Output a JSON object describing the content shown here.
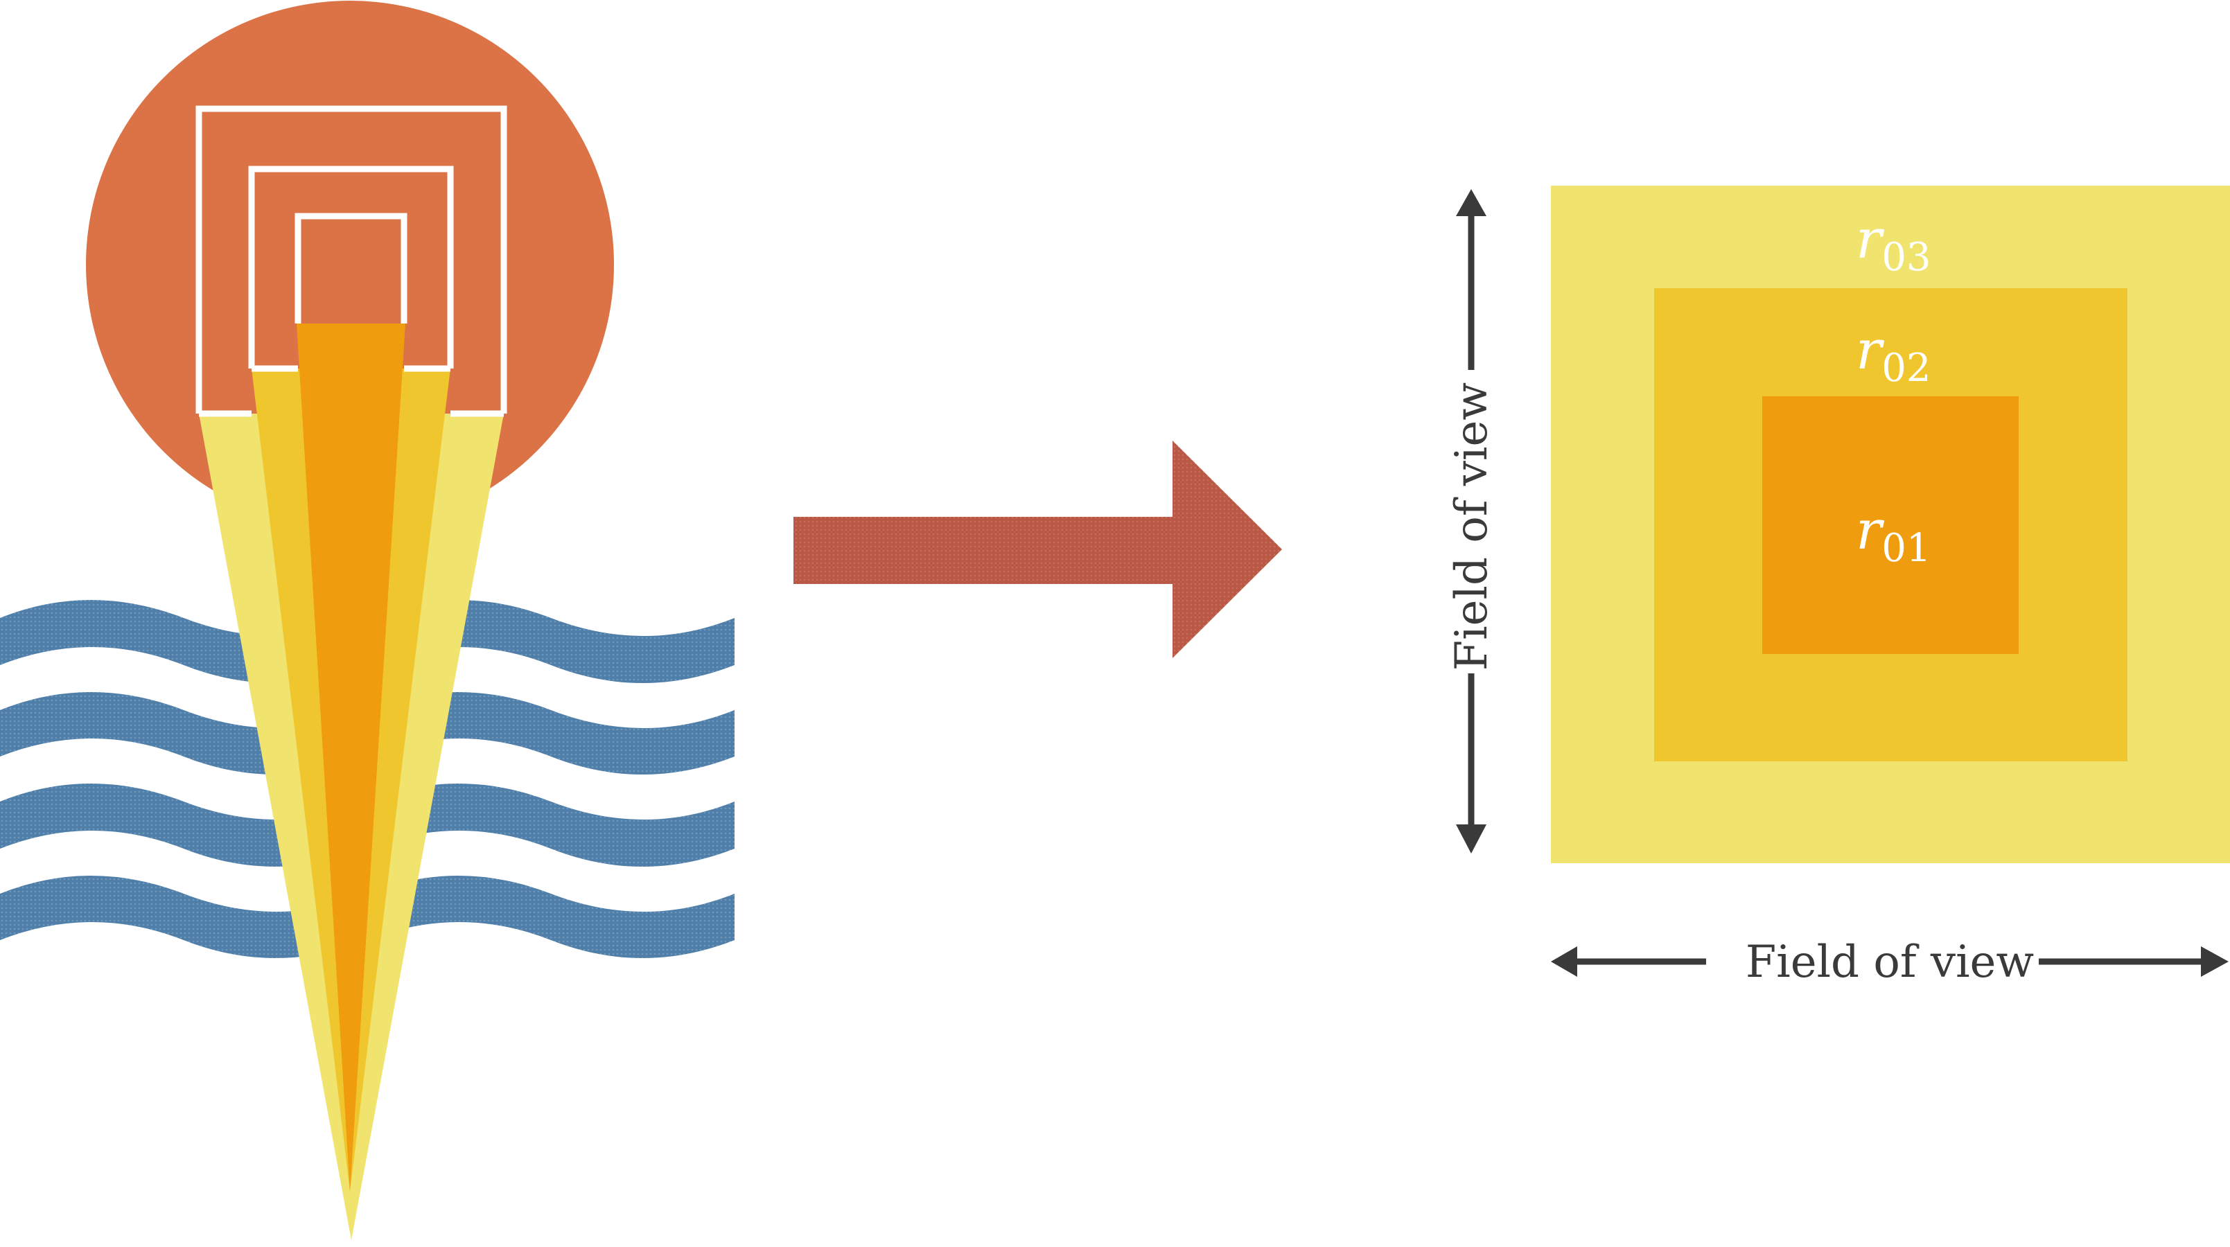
{
  "labels": {
    "fov_horizontal": "Field of view",
    "fov_vertical": "Field of view",
    "r01": {
      "base": "r",
      "sub": "01"
    },
    "r02": {
      "base": "r",
      "sub": "02"
    },
    "r03": {
      "base": "r",
      "sub": "03"
    }
  },
  "colors": {
    "sun": "#DC7347",
    "ray_outer": "#F0E36E",
    "ray_middle": "#EFC62E",
    "ray_inner": "#EF9C0E",
    "water": "#4F7EA8",
    "arrow": "#B85845",
    "text": "#3a3a3a",
    "frame_stroke": "#ffffff"
  },
  "icons": {
    "sun": "sun-circle-icon",
    "water": "water-waves-icon",
    "transform_arrow": "right-arrow-icon"
  }
}
